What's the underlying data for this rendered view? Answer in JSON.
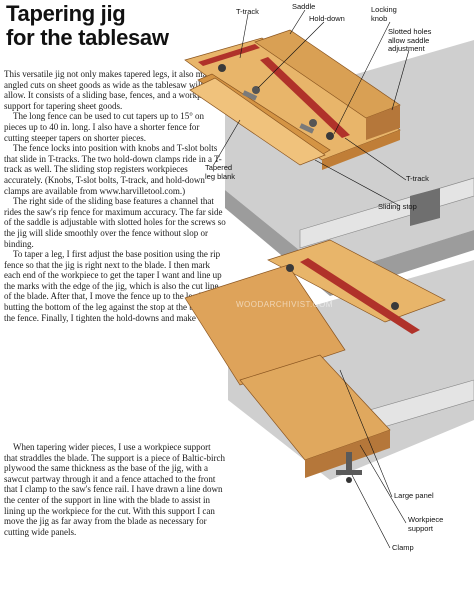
{
  "article": {
    "title_line1": "Tapering jig",
    "title_line2": "for the tablesaw",
    "paragraphs": [
      "This versatile jig not only makes tapered legs, it also makes angled cuts on sheet goods as wide as the tablesaw will allow. It consists of a sliding base, fences, and a workpiece support for tapering sheet goods.",
      "The long fence can be used to cut tapers up to 15° on pieces up to 40 in. long. I also have a shorter fence for cutting steeper tapers on shorter pieces.",
      "The fence locks into position with knobs and T-slot bolts that slide in T-tracks. The two hold-down clamps ride in a T-track as well. The sliding stop registers workpieces accurately. (Knobs, T-slot bolts, T-track, and hold-down clamps are available from www.harvilletool.com.)",
      "The right side of the sliding base features a channel that rides the saw's rip fence for maximum accuracy. The far side of the saddle is adjustable with slotted holes for the screws so the jig will slide smoothly over the fence without slop or binding.",
      "To taper a leg, I first adjust the base position using the rip fence so that the jig is right next to the blade. I then mark each end of the workpiece to get the taper I want and line up the marks with the edge of the jig, which is also the cut line of the blade. After that, I move the fence up to the leg blank, butting the bottom of the leg against the stop at the bottom of the fence. Finally, I tighten the hold-downs and make the cut.",
      "When tapering wider pieces, I use a workpiece support that straddles the blade. The support is a piece of Baltic-birch plywood the same thickness as the base of the jig, with a sawcut partway through it and a fence attached to the front that I clamp to the saw's fence rail. I have drawn a line down the center of the support in line with the blade to assist in lining up the workpiece for the cut. With this support I can move the jig as far away from the blade as necessary for cutting wide panels."
    ]
  },
  "labels": {
    "t_track_top": "T-track",
    "saddle": "Saddle",
    "hold_down": "Hold-down",
    "locking_knob": "Locking\nknob",
    "slotted_holes": "Slotted holes\nallow saddle\nadjustment",
    "tapered_leg": "Tapered\nleg blank",
    "t_track_right": "T-track",
    "sliding_stop": "Sliding stop",
    "large_panel": "Large panel",
    "workpiece_support": "Workpiece\nsupport",
    "clamp": "Clamp"
  },
  "watermark": "WOODARCHIVIST.COM",
  "colors": {
    "wood_light": "#e8b56a",
    "wood_mid": "#d49444",
    "wood_dark": "#a8672a",
    "red_track": "#b0322a",
    "metal": "#9a9a9a",
    "table_gray": "#c9c9c9"
  }
}
